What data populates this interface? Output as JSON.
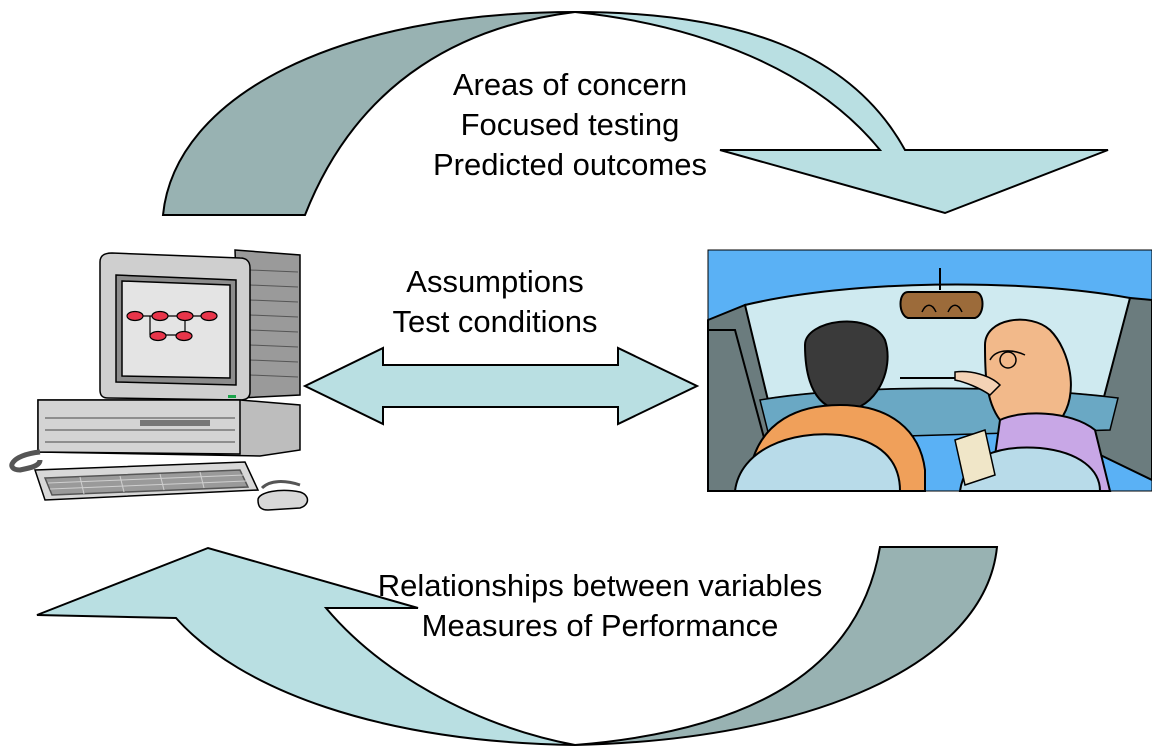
{
  "colors": {
    "arrow_light": "#b9dfe2",
    "arrow_dark": "#98b2b2",
    "outline": "#000000",
    "sky": "#5ab1f5",
    "background": "#ffffff"
  },
  "icons": {
    "computer": "computer-clipart-icon",
    "car_interior": "car-interior-clipart-icon"
  },
  "top_flow": {
    "lines": [
      "Areas of concern",
      "Focused testing",
      "Predicted outcomes"
    ]
  },
  "middle_flow": {
    "lines": [
      "Assumptions",
      "Test conditions"
    ]
  },
  "bottom_flow": {
    "lines": [
      "Relationships between variables",
      "Measures of Performance"
    ]
  }
}
